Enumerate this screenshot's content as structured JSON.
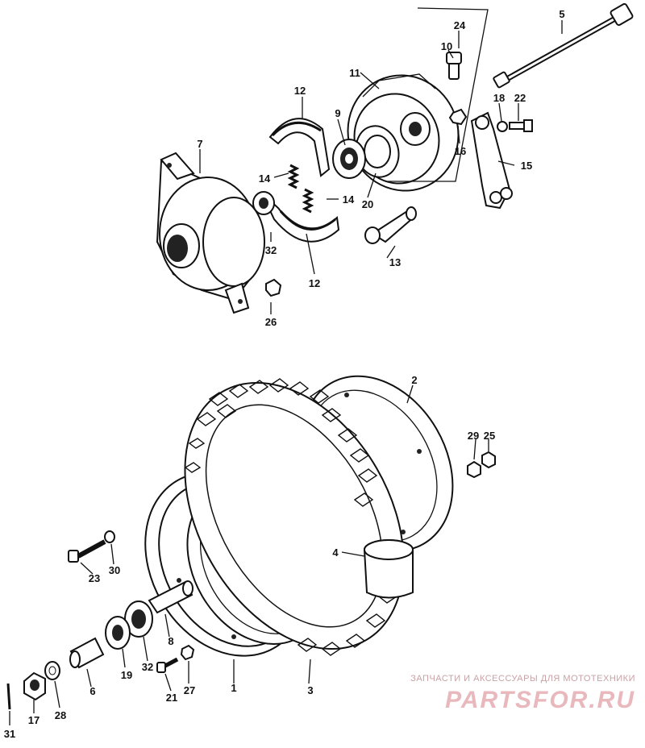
{
  "diagram": {
    "callouts": [
      "1",
      "2",
      "3",
      "4",
      "5",
      "6",
      "7",
      "8",
      "9",
      "10",
      "11",
      "12",
      "12",
      "13",
      "14",
      "14",
      "15",
      "16",
      "17",
      "18",
      "19",
      "20",
      "21",
      "22",
      "23",
      "24",
      "25",
      "26",
      "27",
      "28",
      "29",
      "30",
      "31",
      "32",
      "32"
    ]
  },
  "watermark": {
    "caption": "ЗАПЧАСТИ И АКСЕССУАРЫ ДЛЯ МОТОТЕХНИКИ",
    "logo": "PARTSFOR.RU"
  }
}
